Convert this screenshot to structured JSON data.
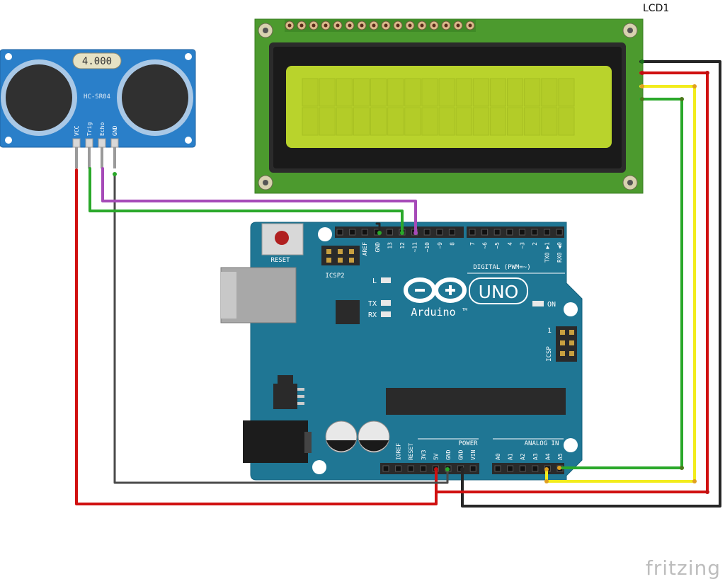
{
  "lcd": {
    "label": "LCD1",
    "pin_count": 16
  },
  "sensor": {
    "model": "HC-SR04",
    "display_value": "4.000",
    "pins": [
      "VCC",
      "Trig",
      "Echo",
      "GND"
    ]
  },
  "arduino": {
    "brand": "Arduino",
    "tm": "TM",
    "model": "UNO",
    "reset_label": "RESET",
    "icsp2_label": "ICSP2",
    "icsp_label": "ICSP",
    "icsp_pin1": "1",
    "led_l": "L",
    "led_tx": "TX",
    "led_rx": "RX",
    "led_on": "ON",
    "digital_label": "DIGITAL (PWM=~)",
    "digital_pins": [
      "AREF",
      "GND",
      "13",
      "12",
      "~11",
      "~10",
      "~9",
      "8",
      "7",
      "~6",
      "~5",
      "4",
      "~3",
      "2",
      "TX0 ▶1",
      "RX0 ◀0"
    ],
    "power_label": "POWER",
    "power_pins": [
      "IOREF",
      "RESET",
      "3V3",
      "5V",
      "GND",
      "GND",
      "VIN"
    ],
    "analog_label": "ANALOG IN",
    "analog_pins": [
      "A0",
      "A1",
      "A2",
      "A3",
      "A4",
      "A5"
    ]
  },
  "watermark": "fritzing",
  "colors": {
    "board": "#1f7694",
    "board_dark": "#0f5f7c",
    "sensor_board": "#2a7fc9",
    "lcd_pcb": "#48962c",
    "lcd_screen": "#b7d12a",
    "wire_red": "#d01010",
    "wire_black": "#262626",
    "wire_green": "#2aa82a",
    "wire_yellow": "#f2ec1c",
    "wire_purple": "#a64ab8",
    "wire_gray": "#4a4a4a"
  }
}
